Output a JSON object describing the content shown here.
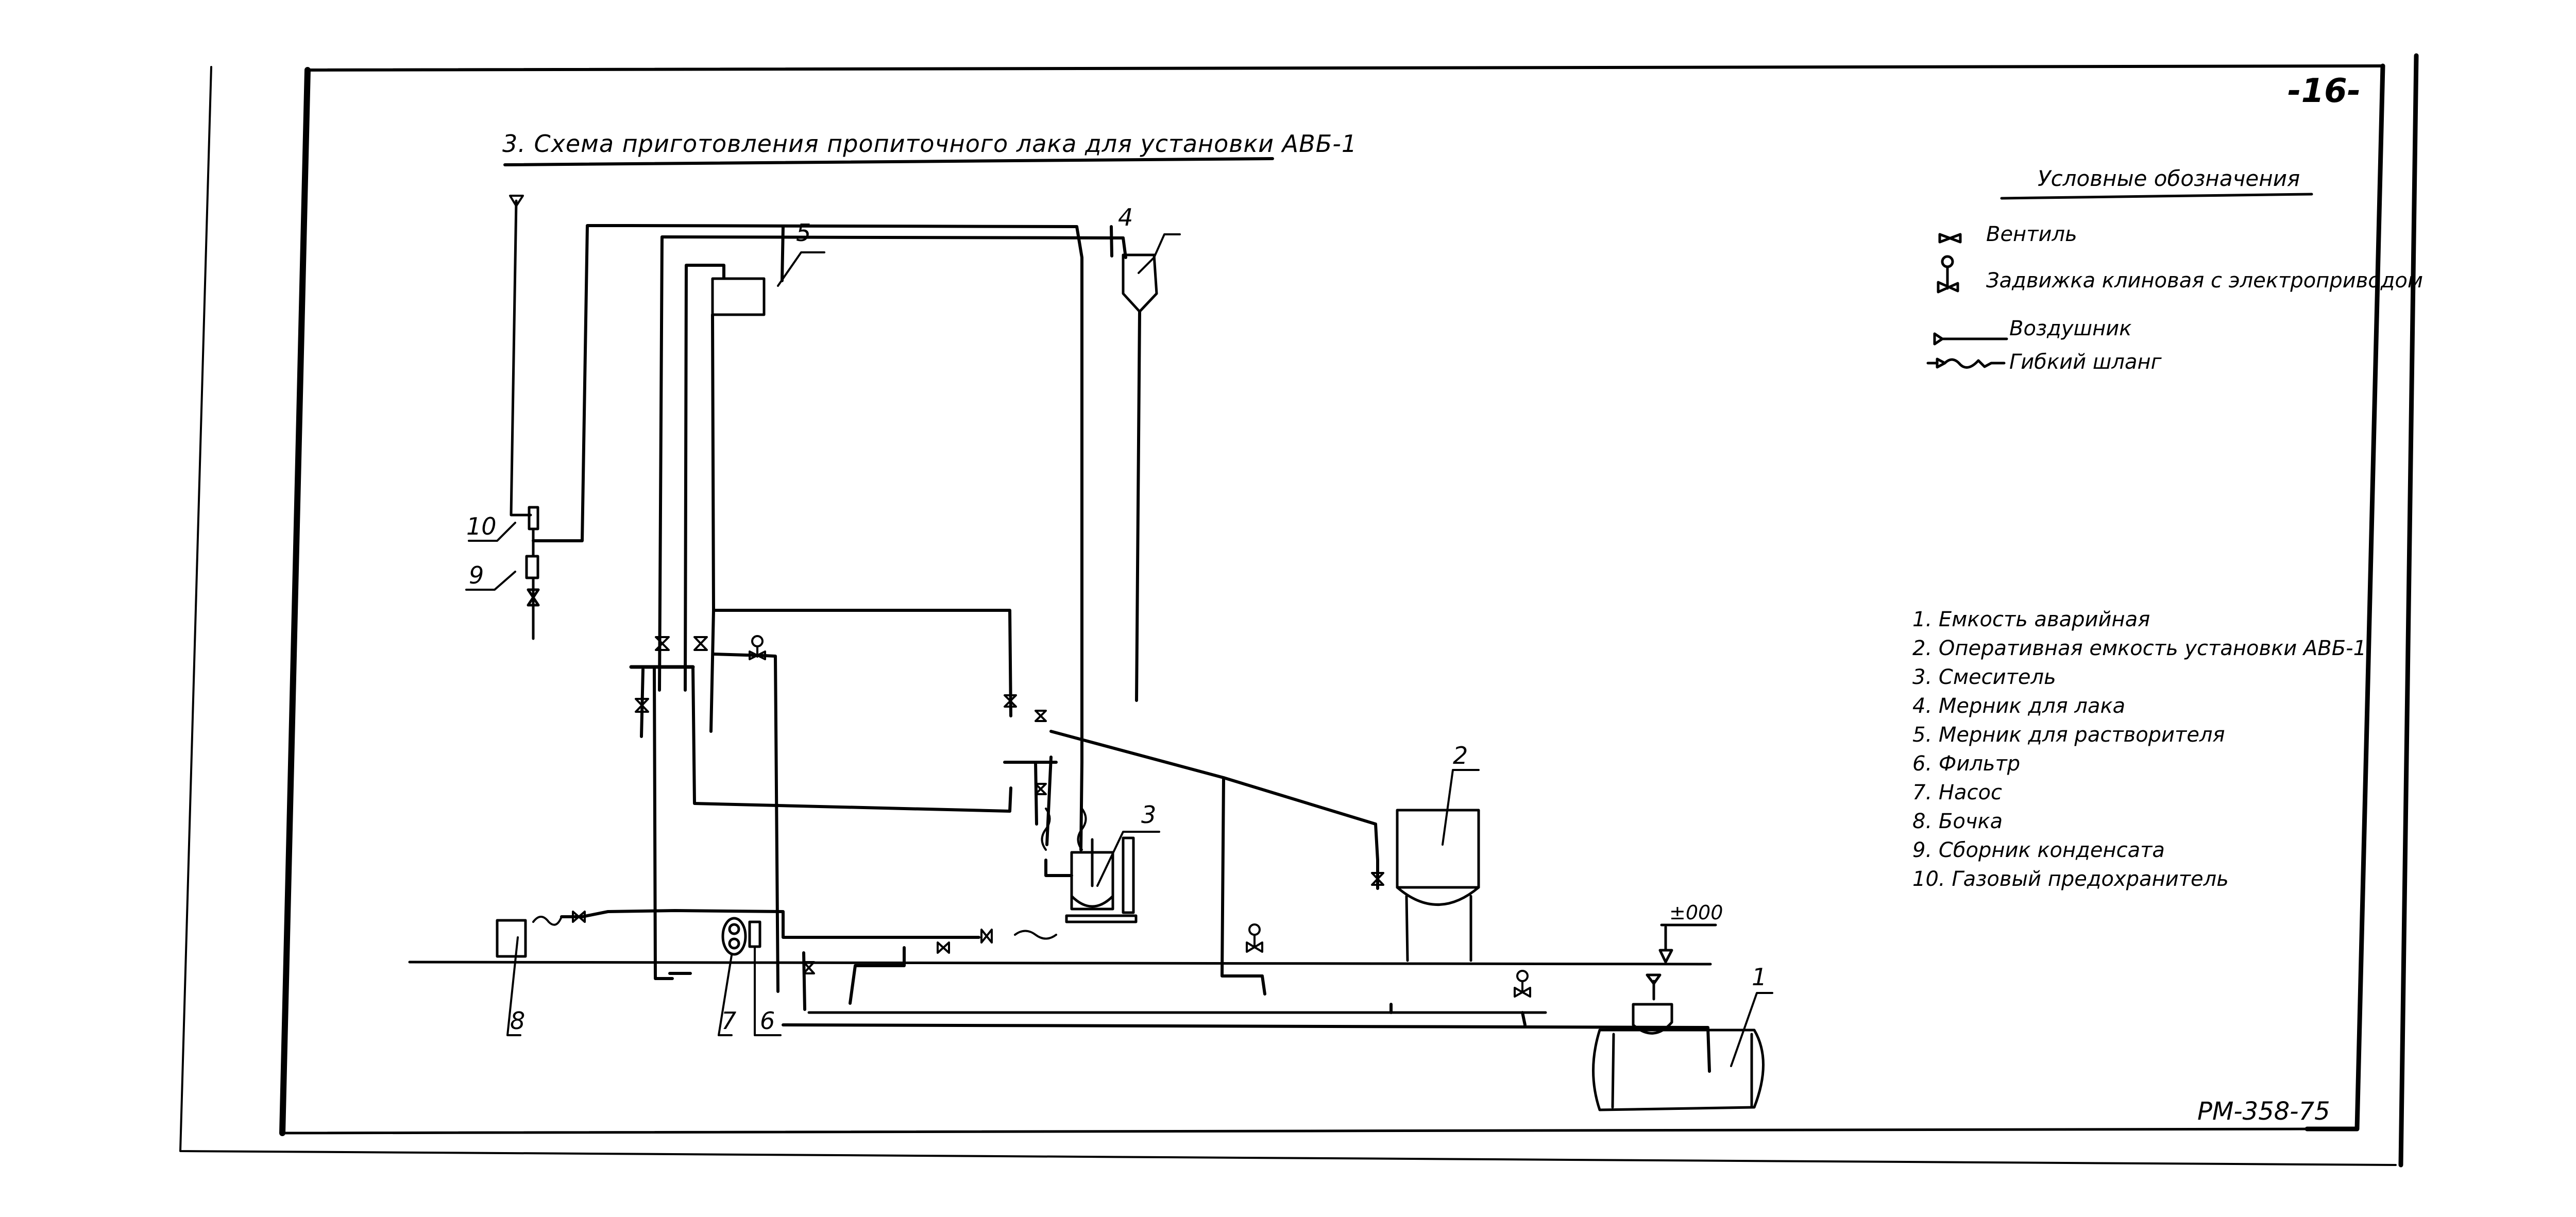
{
  "page": {
    "page_number": "-16-",
    "document_code": "РМ-358-75"
  },
  "title": "3. Схема приготовления пропиточного лака для установки АВБ-1",
  "legend": {
    "title": "Условные обозначения",
    "items": [
      {
        "icon": "valve-icon",
        "label": "Вентиль"
      },
      {
        "icon": "gate-valve-electric-drive-icon",
        "label": "Задвижка клиновая с электроприводом"
      },
      {
        "icon": "air-vent-icon",
        "label": "Воздушник"
      },
      {
        "icon": "flexible-hose-icon",
        "label": "Гибкий шланг"
      }
    ]
  },
  "parts_list": [
    {
      "num": "1.",
      "label": "Емкость аварийная"
    },
    {
      "num": "2.",
      "label": "Оперативная емкость установки АВБ-1"
    },
    {
      "num": "3.",
      "label": "Смеситель"
    },
    {
      "num": "4.",
      "label": "Мерник для лака"
    },
    {
      "num": "5.",
      "label": "Мерник для растворителя"
    },
    {
      "num": "6.",
      "label": "Фильтр"
    },
    {
      "num": "7.",
      "label": "Насос"
    },
    {
      "num": "8.",
      "label": "Бочка"
    },
    {
      "num": "9.",
      "label": "Сборник конденсата"
    },
    {
      "num": "10.",
      "label": "Газовый предохранитель"
    }
  ],
  "diagram": {
    "callouts": {
      "c1": "1",
      "c2": "2",
      "c3": "3",
      "c4": "4",
      "c5": "5",
      "c6": "6",
      "c7": "7",
      "c8": "8",
      "c9": "9",
      "c10": "10"
    },
    "elevation_mark": "±000"
  }
}
